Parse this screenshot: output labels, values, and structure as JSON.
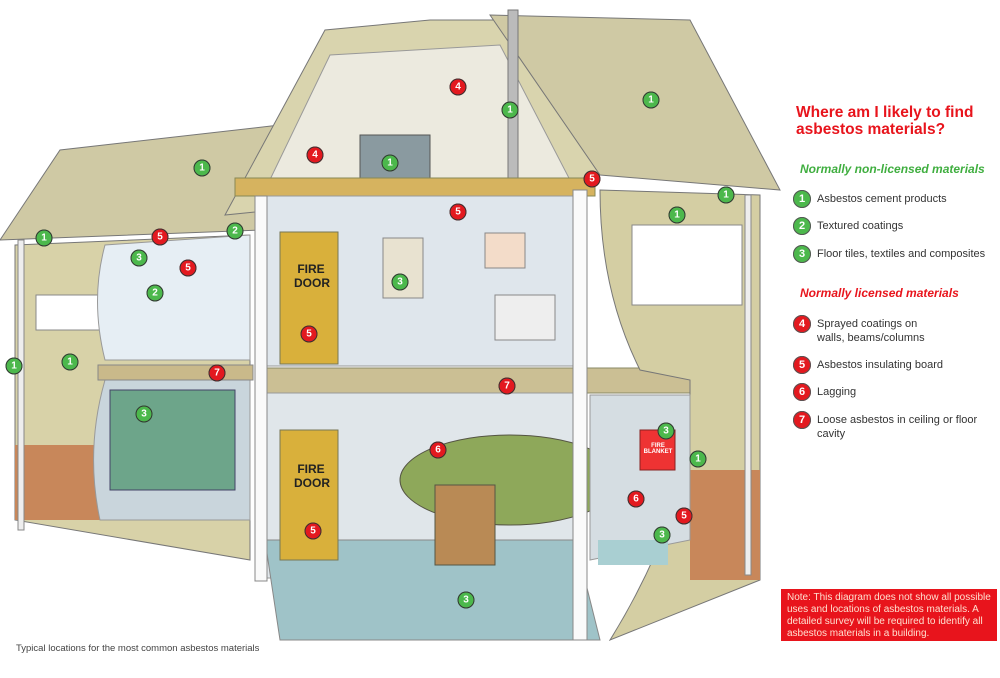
{
  "legend": {
    "title": "Where am I likely to find asbestos materials?",
    "non_licensed_heading": "Normally non-licensed materials",
    "licensed_heading": "Normally licensed materials",
    "items": [
      {
        "num": "1",
        "label": "Asbestos cement products",
        "type": "non-licensed"
      },
      {
        "num": "2",
        "label": "Textured coatings",
        "type": "non-licensed"
      },
      {
        "num": "3",
        "label": "Floor tiles, textiles and composites",
        "type": "non-licensed"
      },
      {
        "num": "4",
        "label": "Sprayed coatings on walls, beams/columns",
        "type": "licensed"
      },
      {
        "num": "5",
        "label": "Asbestos insulating board",
        "type": "licensed"
      },
      {
        "num": "6",
        "label": "Lagging",
        "type": "licensed"
      },
      {
        "num": "7",
        "label": "Loose asbestos in ceiling or floor cavity",
        "type": "licensed"
      }
    ]
  },
  "note": "Note: This diagram does not show all possible uses and locations of asbestos materials. A detailed survey will be required to identify all asbestos materials in a building.",
  "caption": "Typical locations for the most common asbestos materials",
  "illustration": {
    "fire_door_upper": "FIRE DOOR",
    "fire_door_lower": "FIRE DOOR",
    "fire_blanket": "FIRE BLANKET"
  },
  "markers": [
    "4",
    "1",
    "1",
    "4",
    "1",
    "1",
    "5",
    "1",
    "1",
    "5",
    "2",
    "1",
    "5",
    "3",
    "5",
    "3",
    "2",
    "5",
    "1",
    "1",
    "7",
    "7",
    "3",
    "6",
    "3",
    "1",
    "6",
    "5",
    "3",
    "5",
    "3"
  ],
  "colors": {
    "non_licensed": "#4cb84c",
    "licensed": "#e3191f",
    "note_bg": "#e8141c"
  }
}
